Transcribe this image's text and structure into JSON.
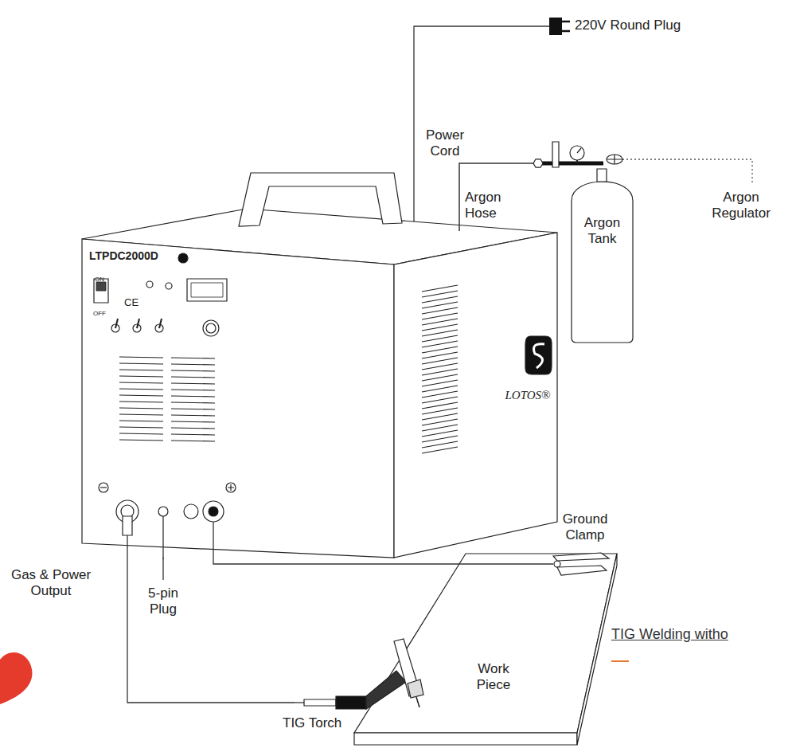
{
  "diagram": {
    "title": "TIG Welding witho",
    "nodes": [
      {
        "text": [
          "LTPDC2000D",
          "ON",
          "OFF",
          "CE",
          "LOTOS®"
        ]
      },
      {
        "text": [
          "Argon Tank"
        ]
      },
      {
        "text": [
          "Work Piece"
        ]
      }
    ],
    "edges": [
      {
        "from": 1,
        "to": 0,
        "arrow": "none",
        "label": "Argon Hose"
      },
      {
        "from": 0,
        "to": 2,
        "arrow": "none"
      },
      {
        "from": 0,
        "to": 2,
        "arrow": "none"
      }
    ],
    "labels": [
      "220V Round Plug",
      "Power Cord",
      "Argon Regulator",
      "Gas & Power Output",
      "5-pin Plug",
      "Ground Clamp",
      "TIG Torch"
    ]
  }
}
